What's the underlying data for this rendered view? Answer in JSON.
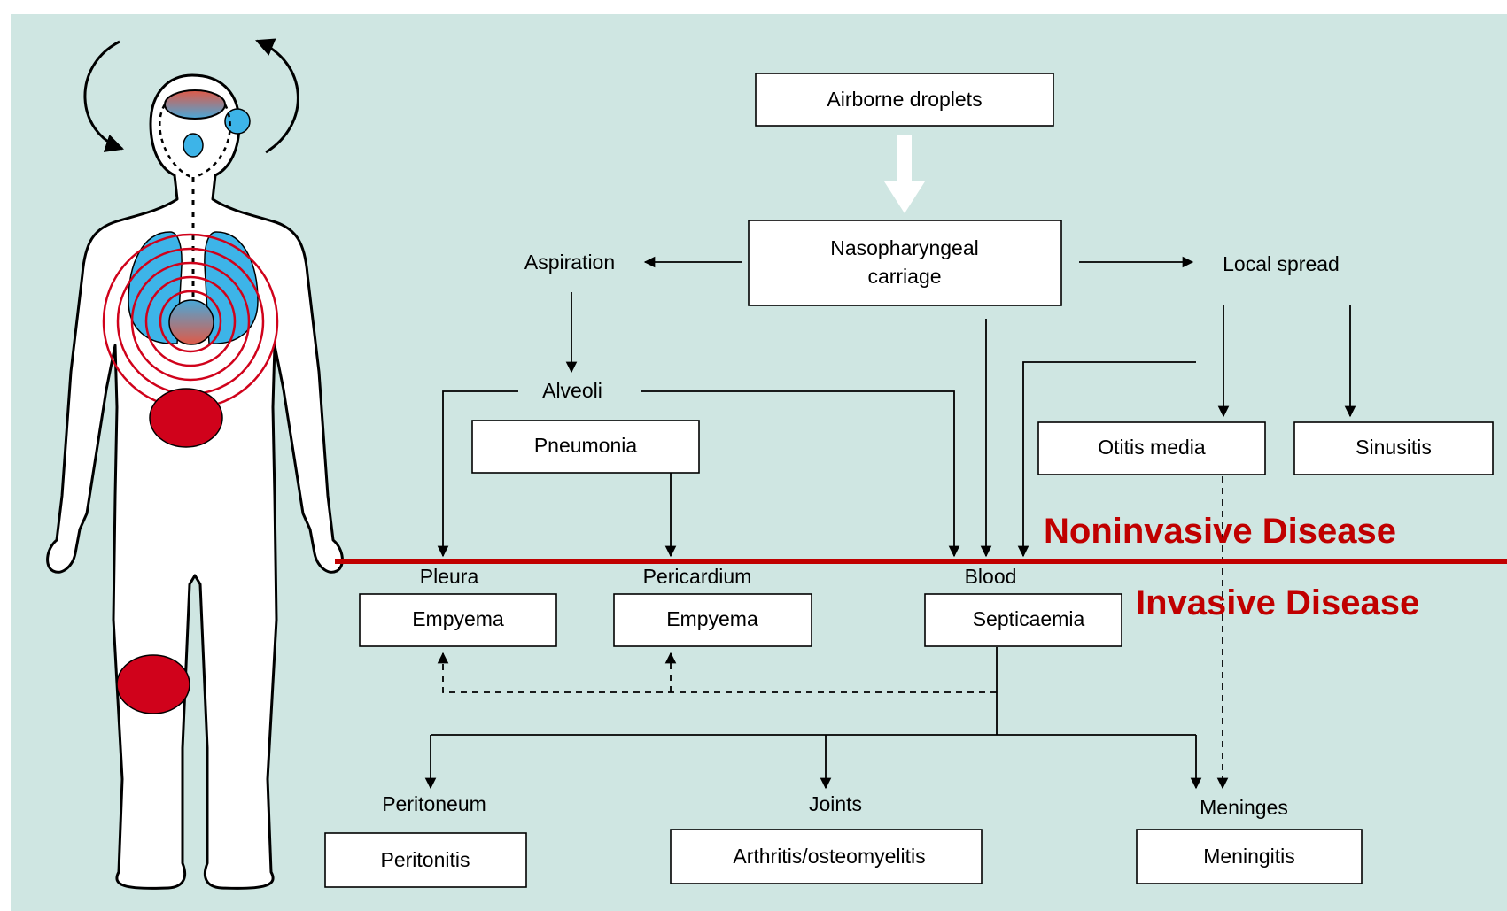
{
  "colors": {
    "background": "#cfe6e2",
    "divider": "#c00000",
    "zone_text": "#c00000",
    "lung": "#3db4e8",
    "infection_site": "#d0021b",
    "ring": "#d0021b",
    "gradient_top": "#e05a47",
    "gradient_bottom": "#4aa8d8"
  },
  "nodes": {
    "airborne": "Airborne droplets",
    "nasopharyngeal_1": "Nasopharyngeal",
    "nasopharyngeal_2": "carriage",
    "pneumonia": "Pneumonia",
    "otitis": "Otitis media",
    "sinusitis": "Sinusitis",
    "empyema_pleura": "Empyema",
    "empyema_pericardium": "Empyema",
    "septicaemia": "Septicaemia",
    "peritonitis": "Peritonitis",
    "arthritis": "Arthritis/osteomyelitis",
    "meningitis": "Meningitis"
  },
  "labels": {
    "aspiration": "Aspiration",
    "local_spread": "Local spread",
    "alveoli": "Alveoli",
    "pleura": "Pleura",
    "pericardium": "Pericardium",
    "blood": "Blood",
    "peritoneum": "Peritoneum",
    "joints": "Joints",
    "meninges": "Meninges"
  },
  "zones": {
    "noninvasive": "Noninvasive Disease",
    "invasive": "Invasive Disease"
  },
  "icons": {
    "body": "human-body-silhouette-icon",
    "rotate_left": "curved-arrow-left-icon",
    "rotate_right": "curved-arrow-right-icon"
  }
}
